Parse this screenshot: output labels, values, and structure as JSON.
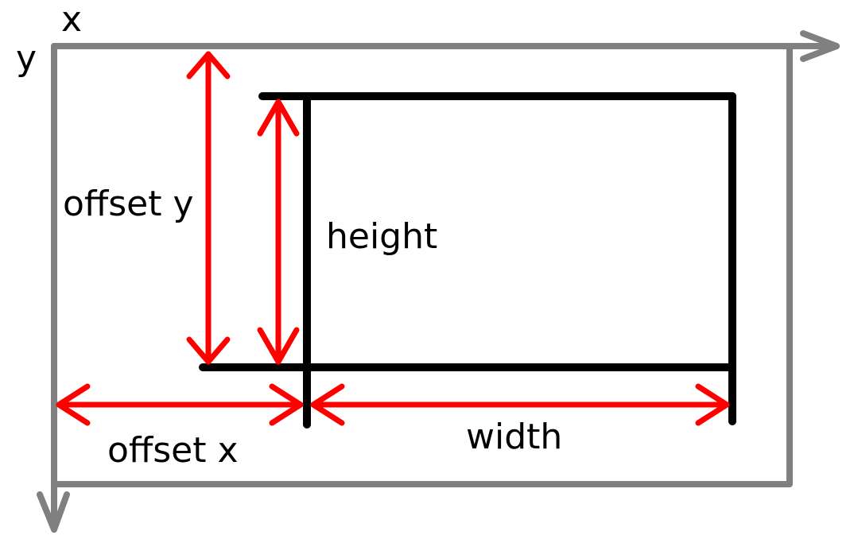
{
  "labels": {
    "axis_x": "x",
    "axis_y": "y",
    "offset_y": "offset y",
    "height": "height",
    "offset_x": "offset x",
    "width": "width"
  },
  "colors": {
    "frame": "#808080",
    "box": "#000000",
    "dimension_arrows": "#ff0000",
    "text": "#000000",
    "background": "#ffffff"
  }
}
